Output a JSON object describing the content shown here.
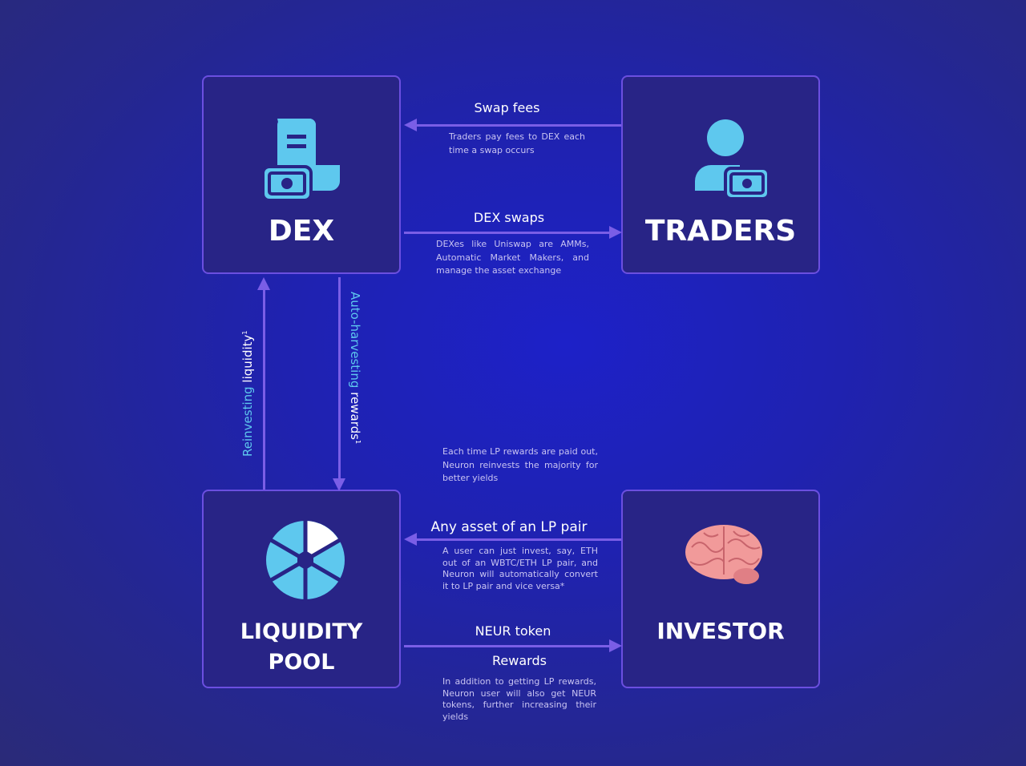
{
  "nodes": {
    "dex": {
      "title": "DEX",
      "icon": "receipt-money-icon"
    },
    "traders": {
      "title": "TRADERS",
      "icon": "user-money-icon"
    },
    "liquidity_pool": {
      "title_line1": "LIQUIDITY",
      "title_line2": "POOL",
      "icon": "neuron-logo-icon"
    },
    "investor": {
      "title": "INVESTOR",
      "icon": "brain-icon"
    }
  },
  "edges": {
    "swap_fees": {
      "label": "Swap fees",
      "desc": "Traders pay fees to DEX each time a swap occurs"
    },
    "dex_swaps": {
      "label": "DEX swaps",
      "desc": "DEXes like Uniswap are AMMs, Automatic Market Makers, and manage the asset exchange"
    },
    "reinvesting": {
      "label_a": "Reinvesting",
      "label_b": "liquidity",
      "sup": "1"
    },
    "auto_harvesting": {
      "label_a": "Auto-harvesting",
      "label_b": "rewards",
      "sup": "1",
      "desc": "Each time LP rewards are paid out, Neuron reinvests the majority for better yields"
    },
    "any_asset": {
      "label": "Any asset of an LP pair",
      "desc": "A user can just invest, say, ETH out of an WBTC/ETH LP pair, and Neuron will automatically convert it to LP pair and vice versa*"
    },
    "neur_token": {
      "label": "NEUR token",
      "label2": "Rewards",
      "desc": "In addition to getting LP rewards, Neuron user will also get NEUR tokens, further increasing their yields"
    }
  },
  "colors": {
    "accent": "#7a5ee6",
    "icon": "#5ec8ee",
    "box": "#282486"
  }
}
